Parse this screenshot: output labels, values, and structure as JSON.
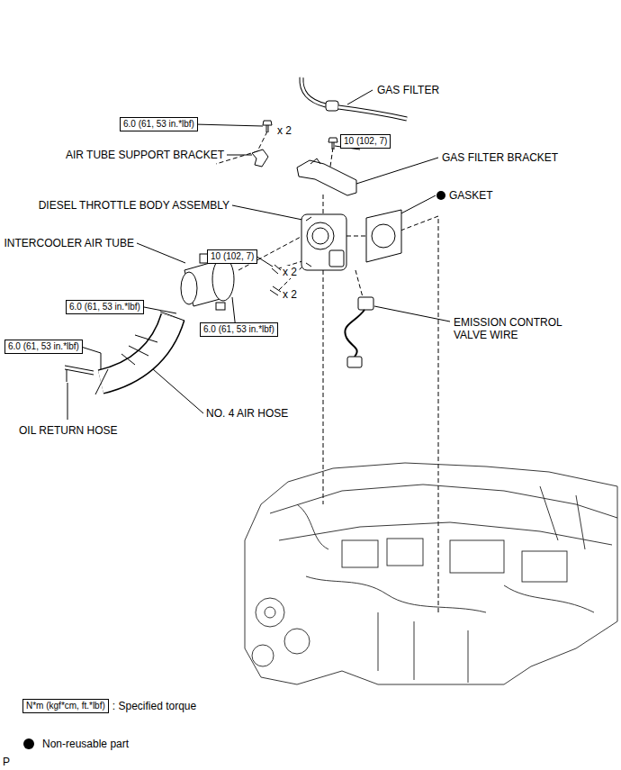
{
  "diagram": {
    "nodes": [
      {
        "text": [
          "6.0 (61, 53 in.*lbf)"
        ]
      },
      {
        "text": [
          "10 (102, 7)"
        ]
      },
      {
        "text": [
          "10 (102, 7)"
        ]
      },
      {
        "text": [
          "6.0 (61, 53 in.*lbf)"
        ]
      },
      {
        "text": [
          "6.0 (61, 53 in.*lbf)"
        ]
      },
      {
        "text": [
          "6.0 (61, 53 in.*lbf)"
        ]
      },
      {
        "text": [
          "N*m (kgf*cm, ft.*lbf)"
        ]
      }
    ],
    "labels": [
      "GAS FILTER",
      "x 2",
      "AIR TUBE SUPPORT BRACKET",
      "GAS FILTER BRACKET",
      "DIESEL THROTTLE BODY ASSEMBLY",
      "GASKET",
      "INTERCOOLER AIR TUBE",
      "x 2",
      "x 2",
      "EMISSION CONTROL VALVE WIRE",
      "NO. 4 AIR HOSE",
      "OIL RETURN HOSE",
      "P"
    ],
    "legend": [
      {
        "text": ": Specified torque"
      },
      {
        "text": "Non-reusable part"
      }
    ]
  }
}
